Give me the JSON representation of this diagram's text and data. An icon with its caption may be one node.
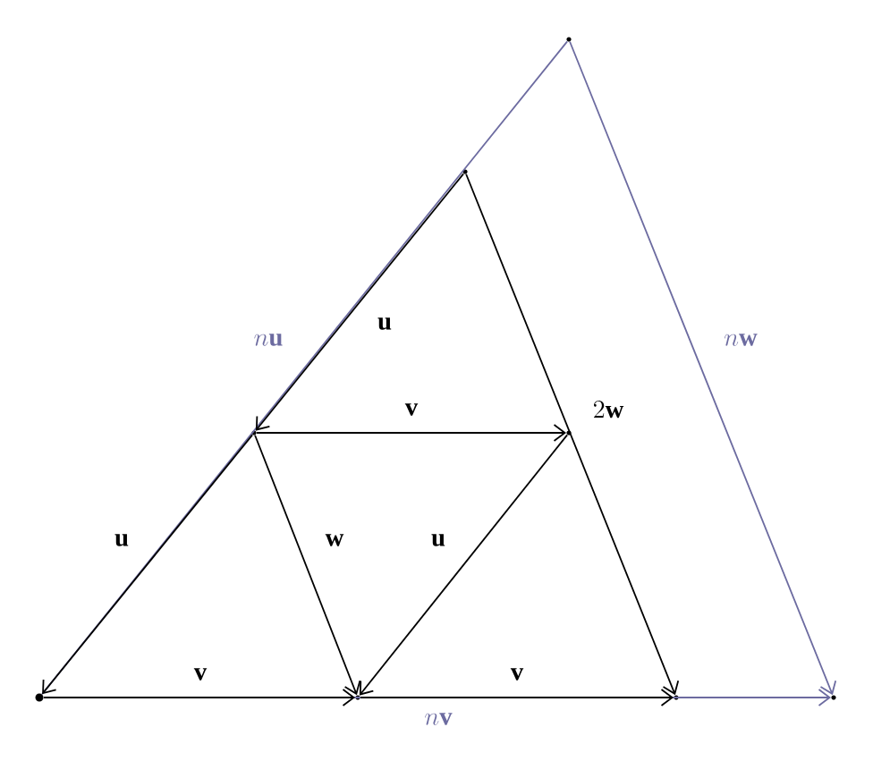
{
  "diagram": {
    "nodes": [
      {
        "text": [],
        "shape": "dot"
      },
      {
        "text": [],
        "shape": "point"
      },
      {
        "text": [],
        "shape": "point"
      },
      {
        "text": [],
        "shape": "point"
      },
      {
        "text": [],
        "shape": "point"
      },
      {
        "text": [],
        "shape": "point"
      },
      {
        "text": [],
        "shape": "point"
      },
      {
        "text": [],
        "shape": "point"
      }
    ],
    "edges": [
      {
        "from": 4,
        "to": 0,
        "arrow": "to",
        "label": "\\mathbf{u}"
      },
      {
        "from": 0,
        "to": 1,
        "arrow": "to",
        "label": "\\mathbf{v}"
      },
      {
        "from": 1,
        "to": 2,
        "arrow": "to",
        "label": "\\mathbf{v}"
      },
      {
        "from": 4,
        "to": 5,
        "arrow": "to",
        "label": "\\mathbf{v}"
      },
      {
        "from": 4,
        "to": 1,
        "arrow": "to",
        "label": "\\mathbf{w}"
      },
      {
        "from": 5,
        "to": 1,
        "arrow": "to",
        "label": "\\mathbf{u}"
      },
      {
        "from": 6,
        "to": 4,
        "arrow": "to",
        "label": "\\mathbf{u}"
      },
      {
        "from": 6,
        "to": 2,
        "arrow": "to",
        "label": "2\\mathbf{w}"
      },
      {
        "from": 0,
        "to": 7,
        "arrow": "none",
        "label": "n\\mathbf{u}",
        "color": "#6c6ba0"
      },
      {
        "from": 7,
        "to": 3,
        "arrow": "to",
        "label": "n\\mathbf{w}",
        "color": "#6c6ba0"
      },
      {
        "from": 0,
        "to": 3,
        "arrow": "to",
        "label": "n\\mathbf{v}",
        "color": "#6c6ba0"
      }
    ]
  }
}
